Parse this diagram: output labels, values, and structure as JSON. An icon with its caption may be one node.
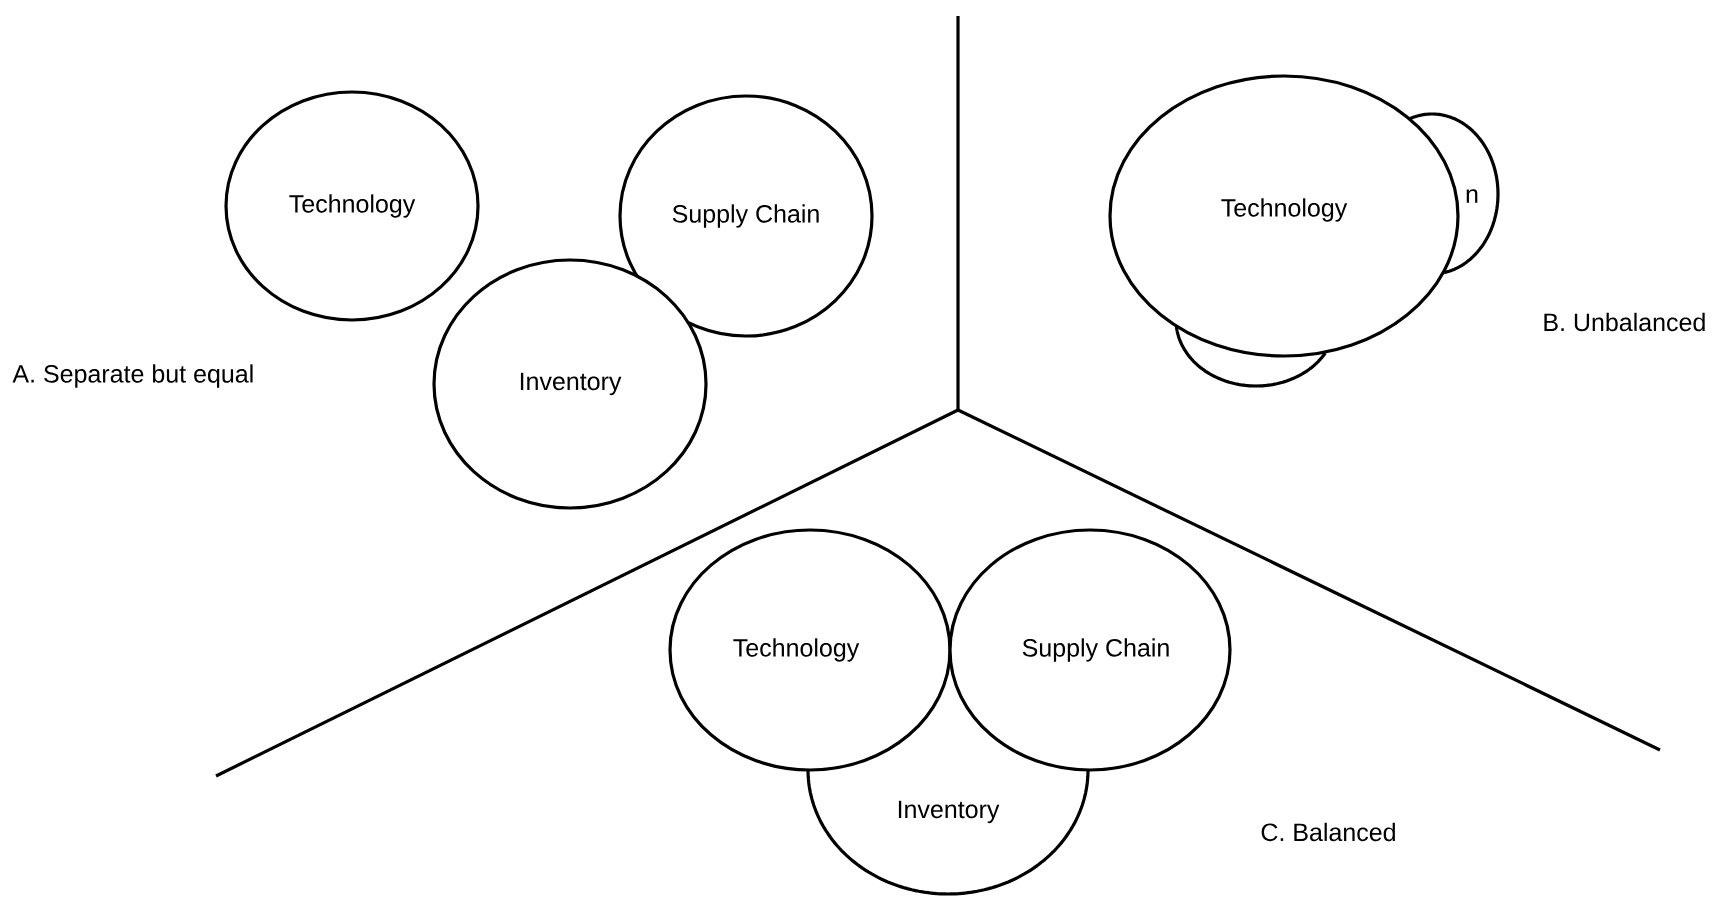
{
  "diagram": {
    "nodes": [
      {
        "text": [
          "Technology"
        ]
      },
      {
        "text": [
          "Supply Chain"
        ]
      },
      {
        "text": [
          "Inventory"
        ]
      },
      {
        "text": [
          "n"
        ]
      },
      {
        "text": [],
        "shape": "circle"
      },
      {
        "text": [
          "Technology"
        ]
      },
      {
        "text": [
          "Inventory"
        ]
      },
      {
        "text": [
          "Technology"
        ]
      },
      {
        "text": [
          "Supply Chain"
        ]
      }
    ],
    "labels": [
      "A. Separate but equal",
      "B. Unbalanced",
      "C. Balanced"
    ]
  }
}
